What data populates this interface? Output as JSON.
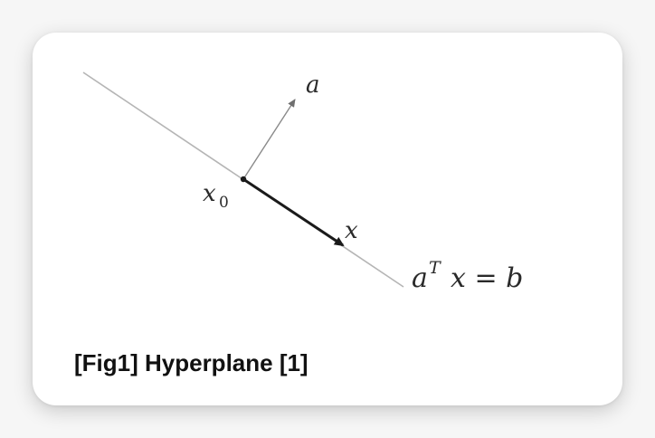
{
  "figure": {
    "labels": {
      "normal_vector": "a",
      "point": "x",
      "point_subscript": "0",
      "direction_vector": "x",
      "equation_a": "a",
      "equation_sup": "T",
      "equation_rest": "x = b"
    },
    "colors": {
      "hyperplane_line": "#b5b5b5",
      "normal_arrow": "#8a8a8a",
      "direction_arrow": "#1a1a1a",
      "text": "#2a2a2a"
    }
  },
  "caption": "[Fig1] Hyperplane [1]"
}
